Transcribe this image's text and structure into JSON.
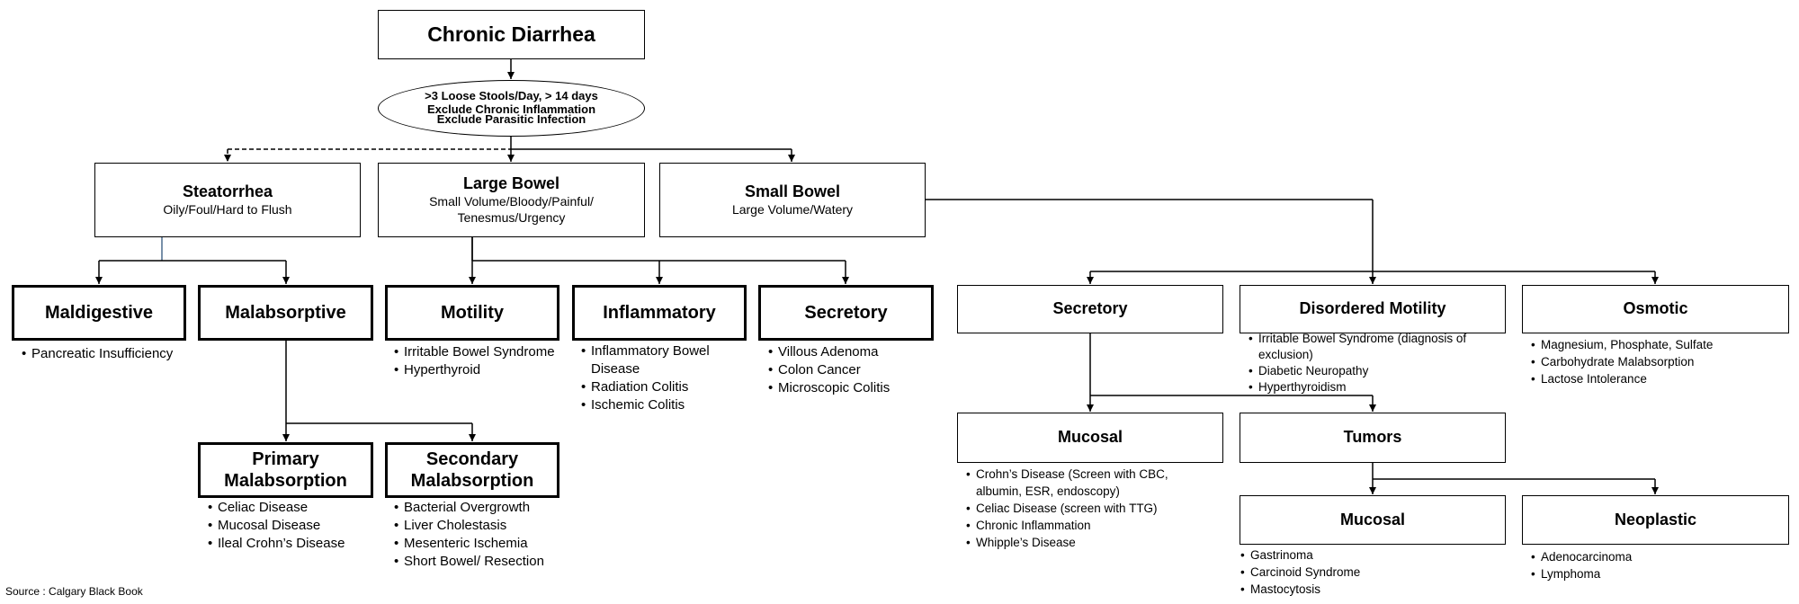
{
  "top": {
    "title": "Chronic Diarrhea",
    "criteria": [
      ">3 Loose Stools/Day, > 14 days",
      "Exclude Chronic Inflammation",
      "Exclude Parasitic Infection"
    ]
  },
  "level1": {
    "steatorrhea": {
      "title": "Steatorrhea",
      "desc": "Oily/Foul/Hard to Flush"
    },
    "large_bowel": {
      "title": "Large Bowel",
      "desc1": "Small Volume/Bloody/Painful/",
      "desc2": "Tenesmus/Urgency"
    },
    "small_bowel": {
      "title": "Small Bowel",
      "desc": "Large Volume/Watery"
    }
  },
  "steatorrhea_branch": {
    "maldigestive": {
      "title": "Maldigestive",
      "items": [
        "Pancreatic Insufficiency"
      ]
    },
    "malabsorptive": {
      "title": "Malabsorptive"
    },
    "primary": {
      "title1": "Primary",
      "title2": "Malabsorption",
      "items": [
        "Celiac Disease",
        "Mucosal Disease",
        "Ileal Crohn’s Disease"
      ]
    },
    "secondary": {
      "title1": "Secondary",
      "title2": "Malabsorption",
      "items": [
        "Bacterial Overgrowth",
        "Liver Cholestasis",
        "Mesenteric Ischemia",
        "Short Bowel/ Resection"
      ]
    }
  },
  "large_bowel_branch": {
    "motility": {
      "title": "Motility",
      "items": [
        "Irritable Bowel Syndrome",
        "Hyperthyroid"
      ]
    },
    "inflammatory": {
      "title": "Inflammatory",
      "items": [
        "Inflammatory Bowel Disease",
        "Radiation Colitis",
        "Ischemic Colitis"
      ]
    },
    "secretory": {
      "title": "Secretory",
      "items": [
        "Villous Adenoma",
        "Colon Cancer",
        "Microscopic Colitis"
      ]
    }
  },
  "small_bowel_branch": {
    "secretory": {
      "title": "Secretory"
    },
    "disordered_motility": {
      "title": "Disordered Motility",
      "items": [
        "Irritable Bowel Syndrome (diagnosis of exclusion)",
        "Diabetic Neuropathy",
        "Hyperthyroidism"
      ]
    },
    "osmotic": {
      "title": "Osmotic",
      "items": [
        "Magnesium, Phosphate, Sulfate",
        "Carbohydrate Malabsorption",
        "Lactose Intolerance"
      ]
    },
    "mucosal": {
      "title": "Mucosal",
      "items": [
        "Crohn’s Disease (Screen with CBC, albumin, ESR, endoscopy)",
        "Celiac Disease (screen with TTG)",
        "Chronic Inflammation",
        "Whipple’s Disease"
      ]
    },
    "tumors": {
      "title": "Tumors"
    },
    "tumor_mucosal": {
      "title": "Mucosal",
      "items": [
        "Gastrinoma",
        "Carcinoid Syndrome",
        "Mastocytosis"
      ]
    },
    "neoplastic": {
      "title": "Neoplastic",
      "items": [
        "Adenocarcinoma",
        "Lymphoma"
      ]
    }
  },
  "source": "Source : Calgary Black Book"
}
